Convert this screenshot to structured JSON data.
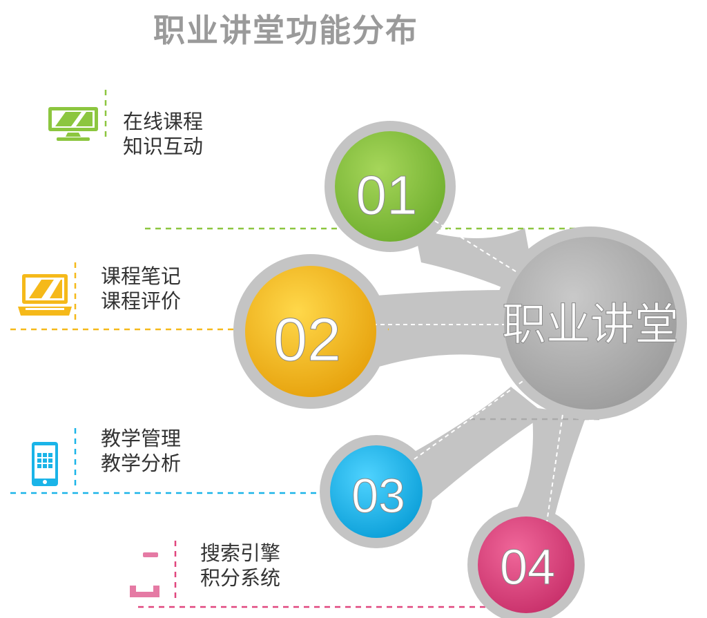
{
  "title": "职业讲堂功能分布",
  "center": {
    "label": "职业讲堂"
  },
  "colors": {
    "green": "#8cc63f",
    "yellow": "#f5b91a",
    "cyan": "#1ab4e8",
    "pink": "#e0467e",
    "gray": "#b5b5b5"
  },
  "nodes": [
    {
      "number": "01",
      "icon": "monitor-icon",
      "lines": [
        "在线课程",
        "知识互动"
      ]
    },
    {
      "number": "02",
      "icon": "laptop-icon",
      "lines": [
        "课程笔记",
        "课程评价"
      ]
    },
    {
      "number": "03",
      "icon": "tablet-icon",
      "lines": [
        "教学管理",
        "教学分析"
      ]
    },
    {
      "number": "04",
      "icon": "phone-icon",
      "lines": [
        "搜索引擎",
        "积分系统"
      ]
    }
  ]
}
